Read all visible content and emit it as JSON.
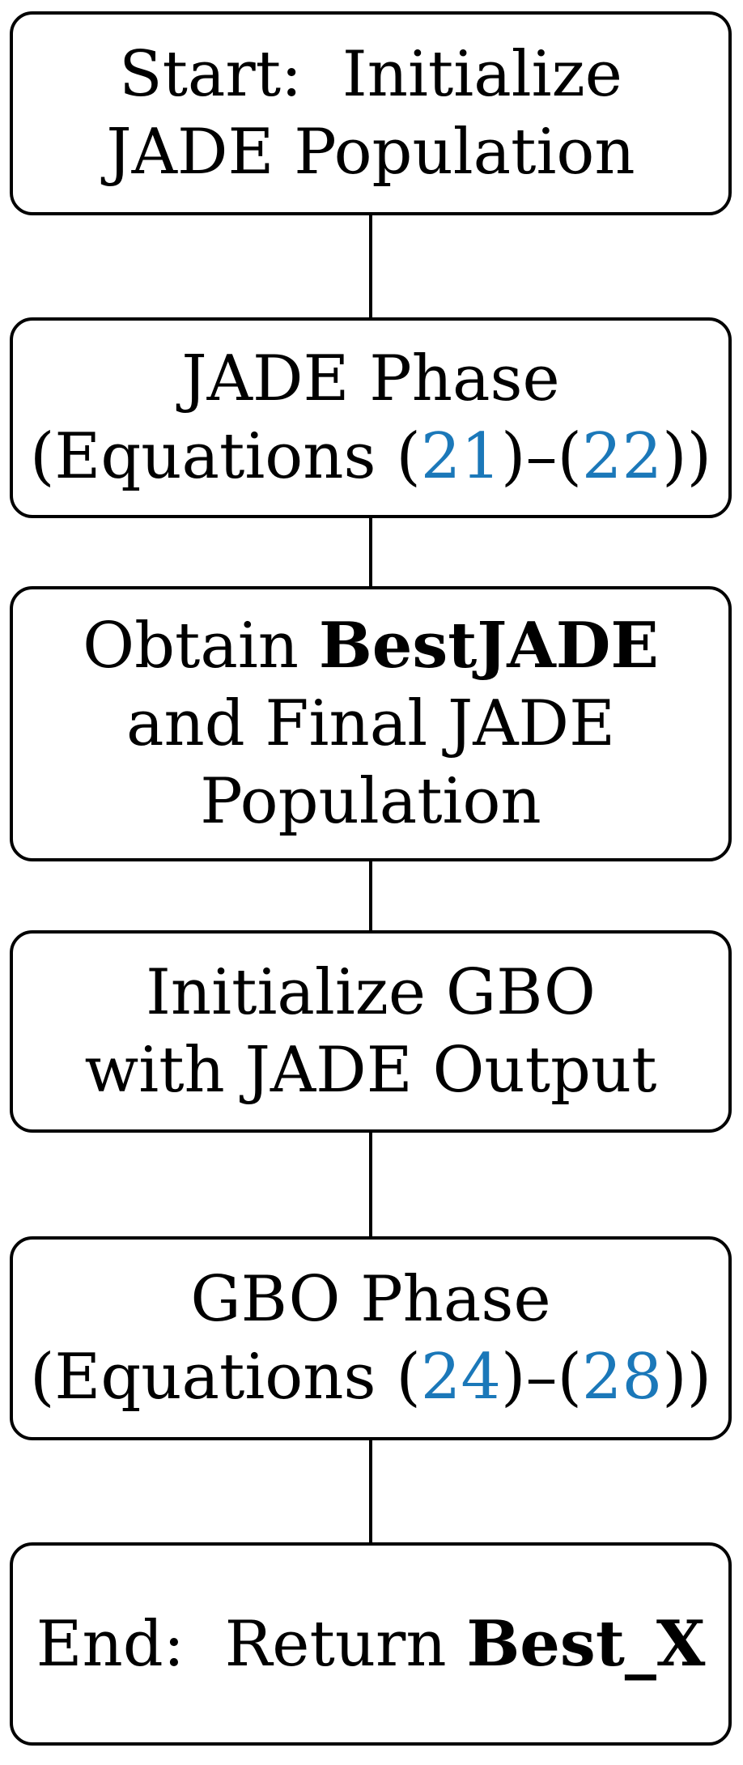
{
  "figure": {
    "background_color": "#ffffff",
    "node_fill_color": "#ffffff",
    "node_border_color": "#000000",
    "text_color": "#000000",
    "link_color": "#1b78b9",
    "connector_color": "#000000",
    "nodes": [
      {
        "name": "node-start",
        "lines": [
          {
            "segments": [
              {
                "text": "Start:  Initialize",
                "style": "normal"
              }
            ]
          },
          {
            "segments": [
              {
                "text": "JADE Population",
                "style": "normal"
              }
            ]
          }
        ]
      },
      {
        "name": "node-jade-phase",
        "lines": [
          {
            "segments": [
              {
                "text": "JADE Phase",
                "style": "normal"
              }
            ]
          },
          {
            "segments": [
              {
                "text": "(Equations (",
                "style": "normal"
              },
              {
                "text": "21",
                "style": "link"
              },
              {
                "text": ")–(",
                "style": "normal"
              },
              {
                "text": "22",
                "style": "link"
              },
              {
                "text": "))",
                "style": "normal"
              }
            ]
          }
        ]
      },
      {
        "name": "node-obtain-bestjade",
        "lines": [
          {
            "segments": [
              {
                "text": "Obtain ",
                "style": "normal"
              },
              {
                "text": "BestJADE",
                "style": "bold"
              }
            ]
          },
          {
            "segments": [
              {
                "text": "and Final JADE",
                "style": "normal"
              }
            ]
          },
          {
            "segments": [
              {
                "text": "Population",
                "style": "normal"
              }
            ]
          }
        ]
      },
      {
        "name": "node-initialize-gbo",
        "lines": [
          {
            "segments": [
              {
                "text": "Initialize GBO",
                "style": "normal"
              }
            ]
          },
          {
            "segments": [
              {
                "text": "with JADE Output",
                "style": "normal"
              }
            ]
          }
        ]
      },
      {
        "name": "node-gbo-phase",
        "lines": [
          {
            "segments": [
              {
                "text": "GBO Phase",
                "style": "normal"
              }
            ]
          },
          {
            "segments": [
              {
                "text": "(Equations (",
                "style": "normal"
              },
              {
                "text": "24",
                "style": "link"
              },
              {
                "text": ")–(",
                "style": "normal"
              },
              {
                "text": "28",
                "style": "link"
              },
              {
                "text": "))",
                "style": "normal"
              }
            ]
          }
        ]
      },
      {
        "name": "node-end",
        "lines": [
          {
            "segments": [
              {
                "text": "End:  Return ",
                "style": "normal"
              },
              {
                "text": "Best_X",
                "style": "bold"
              }
            ]
          }
        ]
      }
    ]
  }
}
